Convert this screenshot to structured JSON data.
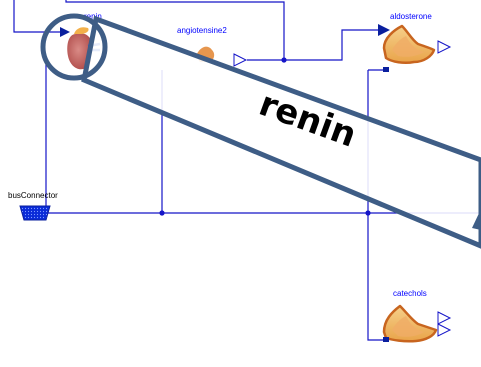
{
  "diagram": {
    "blocks": {
      "renin": "renin",
      "angiotensine2": "angiotensine2",
      "aldosterone": "aldosterone",
      "catechols": "catechols"
    },
    "bus_connector": "busConnector",
    "callout": "renin"
  },
  "colors": {
    "wire": "#1515c8",
    "callout_stroke": "#3e5d86",
    "organ": "#f3b04a"
  }
}
